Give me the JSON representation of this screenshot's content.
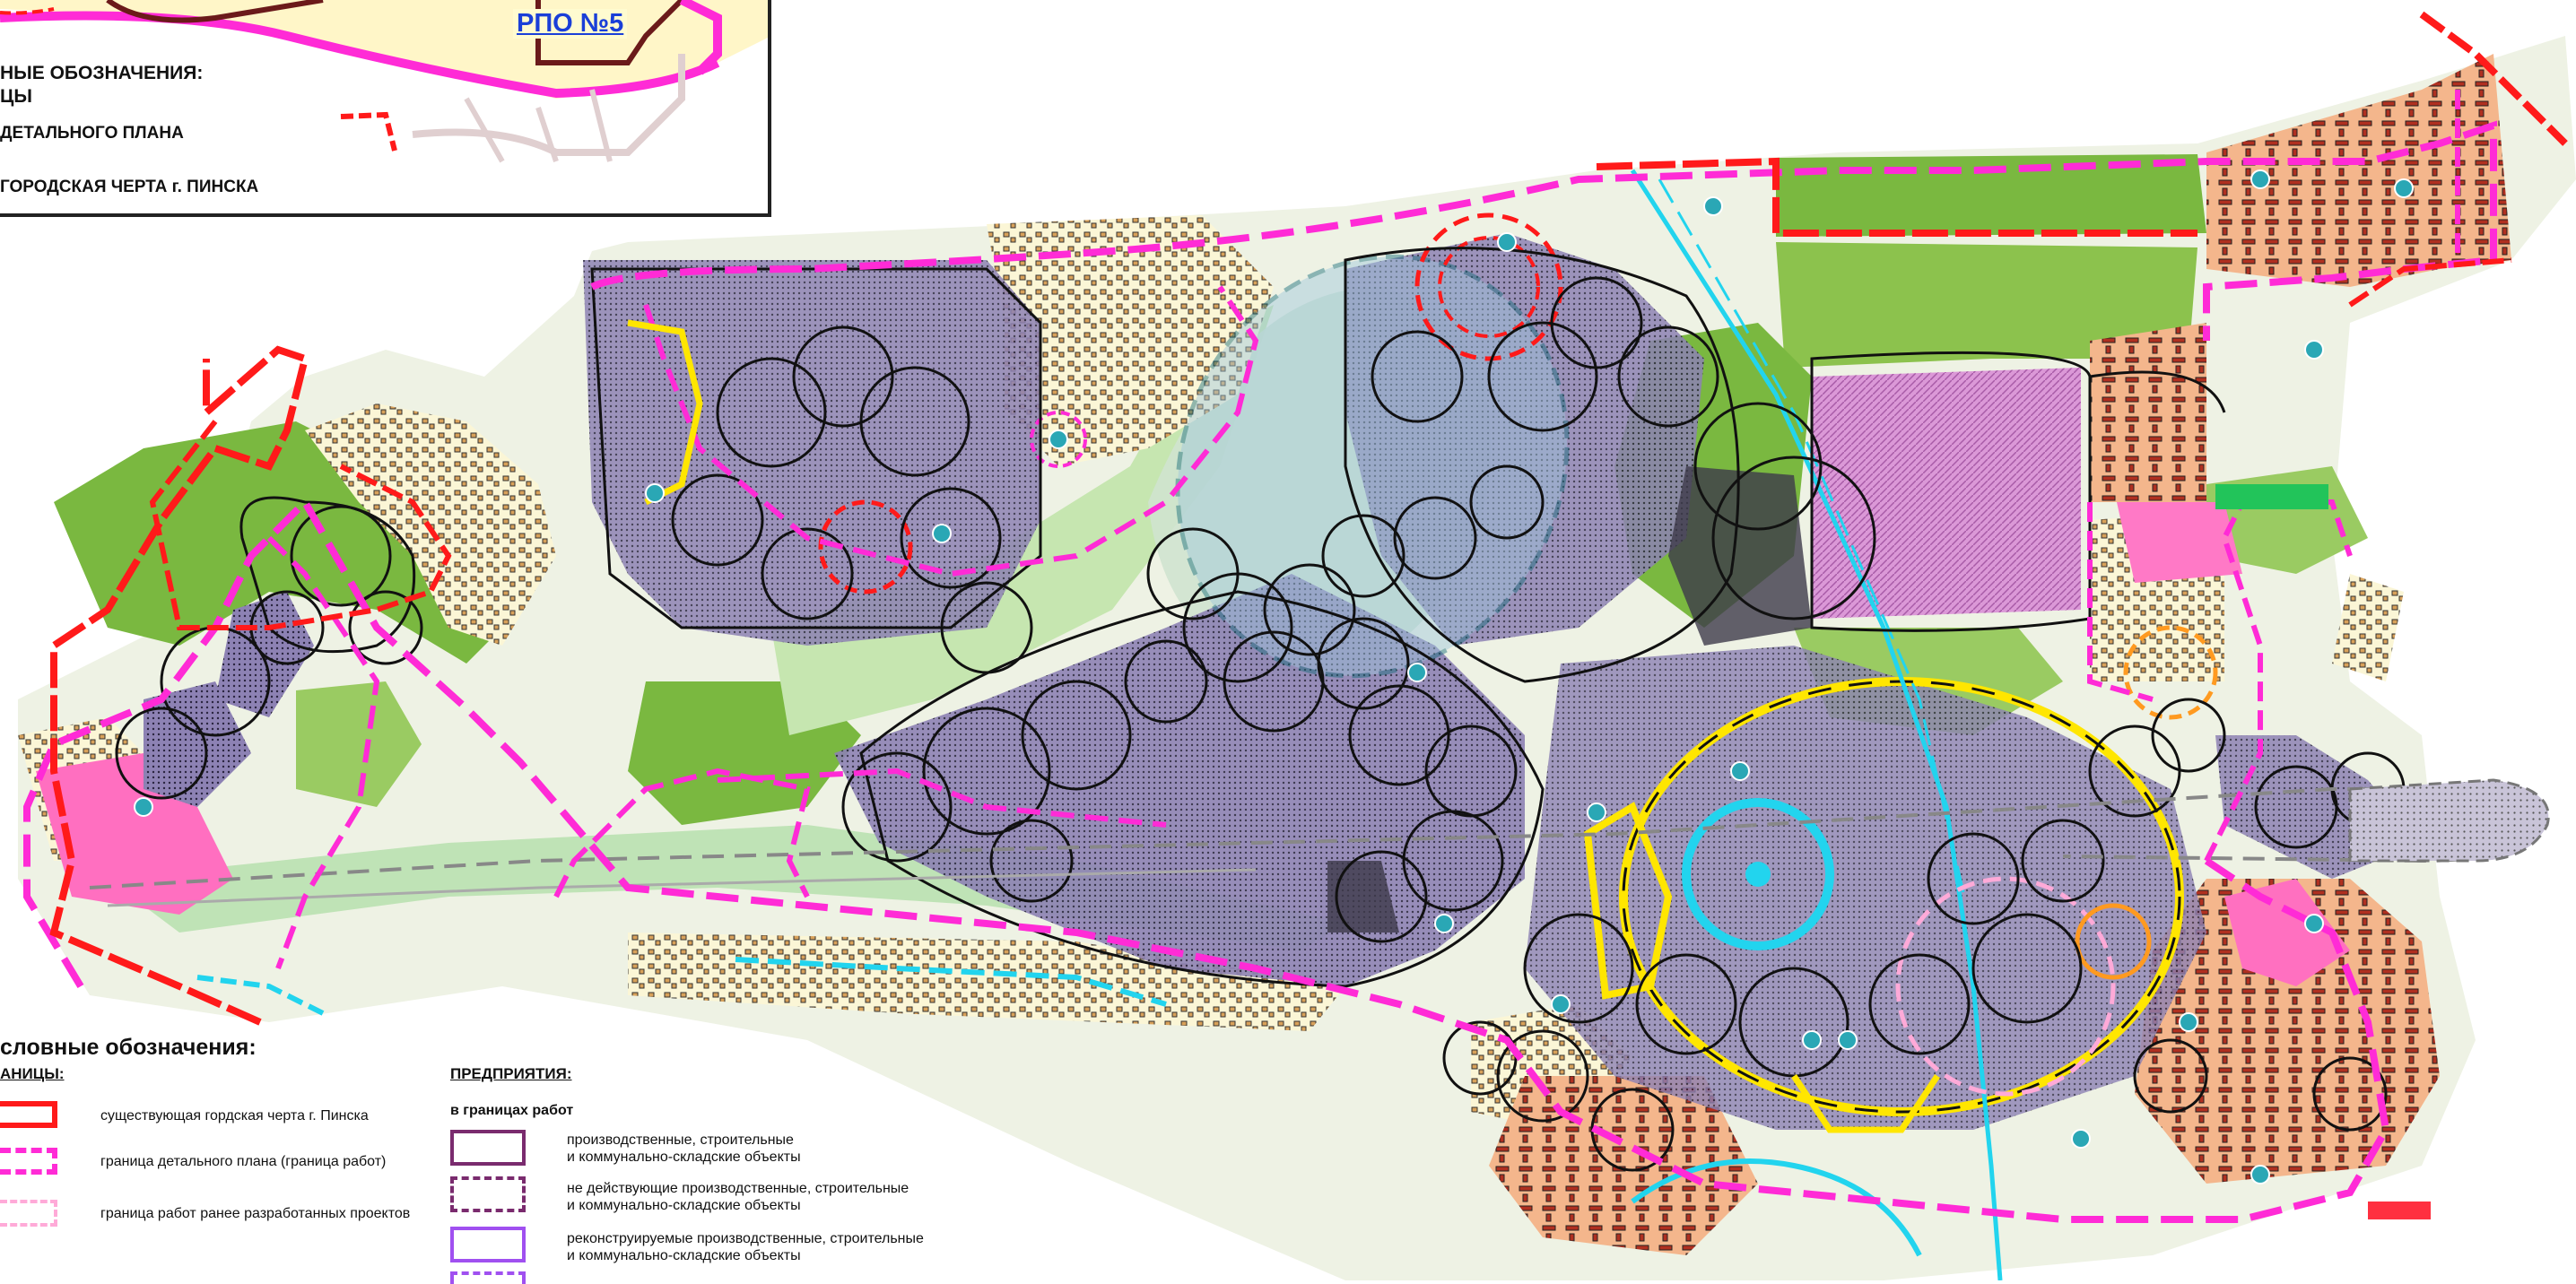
{
  "inset": {
    "rpo_label": "РПО №5",
    "title": "НЫЕ ОБОЗНАЧЕНИЯ:",
    "subtitle": "ЦЫ",
    "line1": "ДЕТАЛЬНОГО ПЛАНА",
    "line2": "ГОРОДСКАЯ ЧЕРТА г. ПИНСКА"
  },
  "legend": {
    "title": "словные обозначения:",
    "boundaries_head": "АНИЦЫ:",
    "boundaries": [
      "существующая гордская черта г. Пинска",
      "граница детального плана (граница работ)",
      "граница работ ранее разработанных проектов"
    ],
    "enterprises_head": "ПРЕДПРИЯТИЯ:",
    "within_bounds": "в границах работ",
    "enterprises": [
      [
        "производственные, строительные",
        "и коммунально-складские объекты"
      ],
      [
        "не действующие производственные, строительные",
        "и коммунально-складские объекты"
      ],
      [
        "реконструируемые производственные, строительные",
        "и коммунально-складские объекты"
      ]
    ]
  },
  "colors": {
    "city_line": "#ff1a1a",
    "plan_boundary": "#ff2bd6",
    "prev_projects": "#ffaad8",
    "green": "#7ab840",
    "industrial": "#9a88bd",
    "residential": "#f3b286",
    "yellow_zone": "#ffe600",
    "cyan_rail": "#22d4ee"
  }
}
